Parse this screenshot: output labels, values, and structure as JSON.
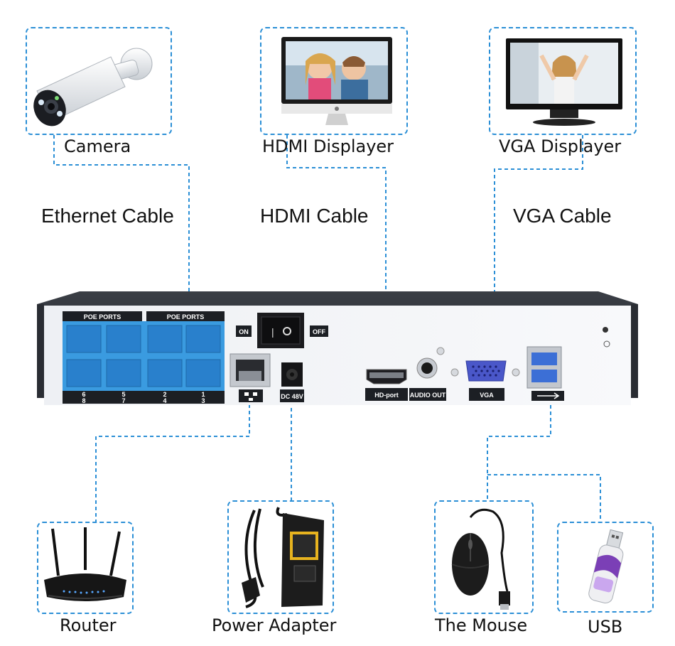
{
  "devices": {
    "camera": "Camera",
    "hdmi_display": "HDMI Displayer",
    "vga_display": "VGA Displayer",
    "router": "Router",
    "power_adapter": "Power Adapter",
    "mouse": "The Mouse",
    "usb": "USB"
  },
  "cables": {
    "ethernet": "Ethernet Cable",
    "hdmi": "HDMI Cable",
    "vga": "VGA Cable"
  },
  "nvr_panel": {
    "poe_ports_left": "POE PORTS",
    "poe_ports_right": "POE PORTS",
    "port_numbers_top": [
      "6",
      "5",
      "2",
      "1"
    ],
    "port_numbers_bottom": [
      "8",
      "7",
      "4",
      "3"
    ],
    "switch_on": "ON",
    "switch_off": "OFF",
    "power_input": "DC 48V",
    "hdmi_port": "HD-port",
    "audio_port": "AUDIO OUT",
    "vga_port": "VGA"
  },
  "colors": {
    "accent": "#2b8fd6",
    "port_blue": "#3a9be0",
    "chassis": "#2a2d33"
  }
}
